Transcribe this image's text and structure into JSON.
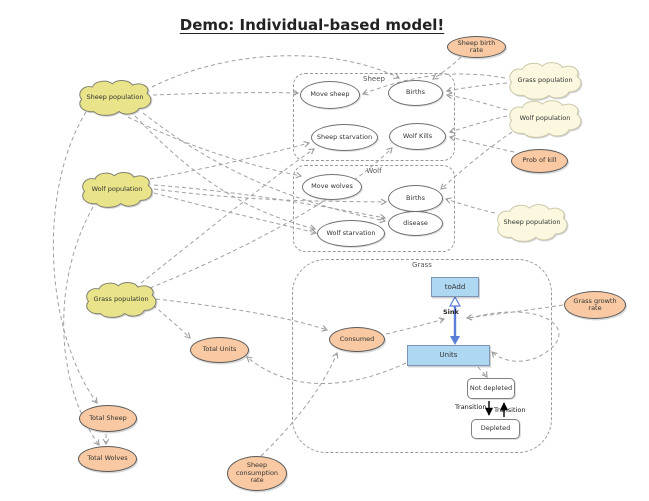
{
  "title": "Demo: Individual-based model!",
  "groups": {
    "sheep": "Sheep",
    "wolf": "Wolf",
    "grass": "Grass"
  },
  "nodes": {
    "sheep_population_left": "Sheep population",
    "wolf_population_left": "Wolf population",
    "grass_population_left": "Grass population",
    "grass_population_right": "Grass population",
    "wolf_population_right": "Wolf population",
    "sheep_population_right": "Sheep population",
    "sheep_birth_rate": "Sheep birth rate",
    "prob_of_kill": "Prob of kill",
    "grass_growth_rate": "Grass growth rate",
    "total_units": "Total Units",
    "total_sheep": "Total Sheep",
    "total_wolves": "Total Wolves",
    "sheep_consumption_rate": "Sheep consumption rate",
    "consumed": "Consumed",
    "move_sheep": "Move sheep",
    "births_sheep": "Births",
    "sheep_starvation": "Sheep starvation",
    "wolf_kills": "Wolf Kills",
    "move_wolves": "Move wolves",
    "births_wolf": "Births",
    "disease": "disease",
    "wolf_starvation": "Wolf starvation",
    "to_add": "toAdd",
    "units": "Units",
    "flow": "Sink",
    "not_depleted": "Not depleted",
    "depleted": "Depleted",
    "transition_left": "Transition",
    "transition_right": "Transition"
  },
  "colors": {
    "yellow_cloud": "#e9e489",
    "cream_cloud": "#fbf8df",
    "orange_node": "#f8c9a2",
    "stock_blue": "#aed7f2",
    "connector_gray": "#a0a0a0",
    "flow_blue": "#5b7fd6",
    "transition_black": "#000000"
  }
}
